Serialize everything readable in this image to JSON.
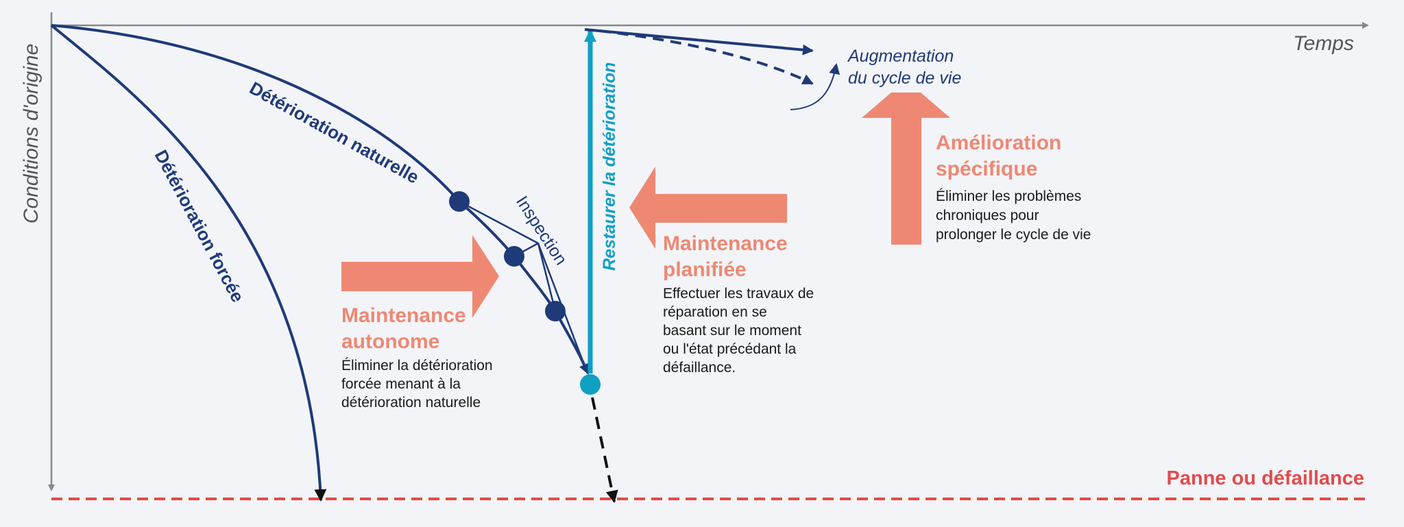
{
  "axes": {
    "y_label": "Conditions d'origine",
    "x_label": "Temps"
  },
  "curves": {
    "natural": "Détérioration naturelle",
    "forced": "Détérioration forcée",
    "inspection": "Inspection",
    "restore": "Restaurer la détérioration"
  },
  "life_cycle": {
    "line1": "Augmentation",
    "line2": "du cycle de vie"
  },
  "autonomous": {
    "title1": "Maintenance",
    "title2": "autonome",
    "desc": [
      "Éliminer la détérioration",
      "forcée menant à la",
      "détérioration naturelle"
    ]
  },
  "planned": {
    "title1": "Maintenance",
    "title2": "planifiée",
    "desc": [
      "Effectuer les travaux de",
      "réparation en se",
      "basant sur le moment",
      "ou l'état précédant la",
      "défaillance."
    ]
  },
  "specific": {
    "title1": "Amélioration",
    "title2": "spécifique",
    "desc": [
      "Éliminer les problèmes",
      "chroniques pour",
      "prolonger le cycle de vie"
    ]
  },
  "failure": {
    "label": "Panne ou défaillance"
  },
  "colors": {
    "navy": "#1f3a78",
    "orange": "#ee8873",
    "teal": "#0fa0c4",
    "red": "#e24b4b",
    "background": "#f3f4f8"
  }
}
